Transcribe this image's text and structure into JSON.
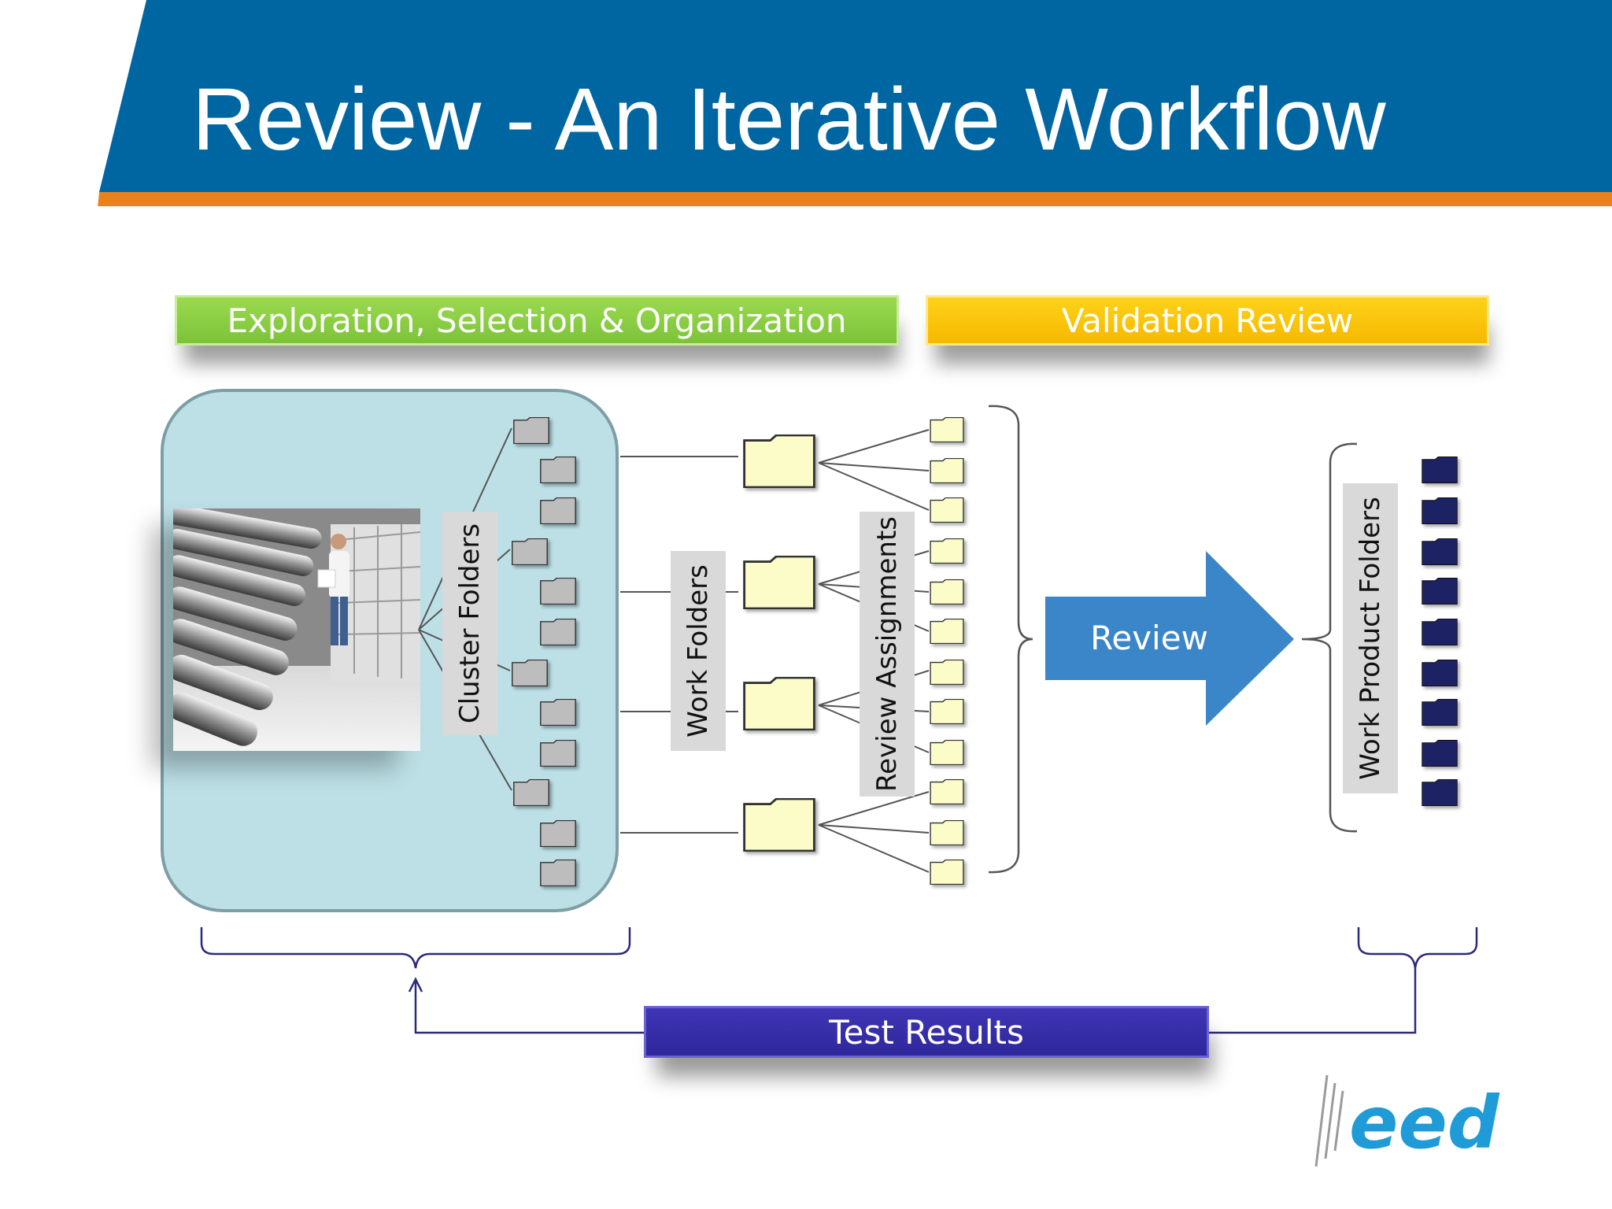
{
  "slide": {
    "title": "Review - An Iterative Workflow",
    "colors": {
      "header_blue": "#0066A1",
      "header_orange": "#E8821E",
      "photo_bg": "#bfe0e6"
    }
  },
  "phases": [
    {
      "label": "Exploration, Selection & Organization",
      "color": "#8CCF45"
    },
    {
      "label": "Validation Review",
      "color": "#FCC40F"
    }
  ],
  "labels": {
    "cluster_folders": "Cluster Folders",
    "work_folders": "Work Folders",
    "review_assignments": "Review Assignments",
    "work_product_folders": "Work Product Folders"
  },
  "arrow": {
    "label": "Review",
    "color": "#3A86C8"
  },
  "feedback": {
    "label": "Test Results",
    "color": "#3730A3"
  },
  "folders": {
    "cluster_folder_count": 12,
    "work_folder_count": 4,
    "review_assignment_count": 12,
    "work_product_folder_count": 9,
    "cluster_color": "#bdbdbd",
    "work_color": "#fcfcc8",
    "product_color": "#1f2263"
  },
  "image": {
    "description_icon": "archive-storage-photo"
  },
  "logo": {
    "name": "eed-logo",
    "text": "eed"
  }
}
